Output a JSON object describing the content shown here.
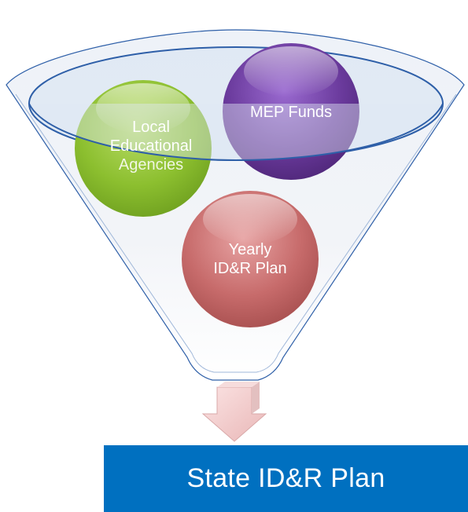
{
  "diagram": {
    "inputs": [
      {
        "lines": [
          "Local",
          "Educational",
          "Agencies"
        ],
        "color": "#8cbf2f"
      },
      {
        "lines": [
          "MEP Funds"
        ],
        "color": "#6a3a9c"
      },
      {
        "lines": [
          "Yearly",
          "ID&R Plan"
        ],
        "color": "#c76b6b"
      }
    ],
    "output": {
      "label": "State ID&R Plan",
      "color": "#0070c0"
    },
    "arrow_color": "#f2c8c8"
  }
}
